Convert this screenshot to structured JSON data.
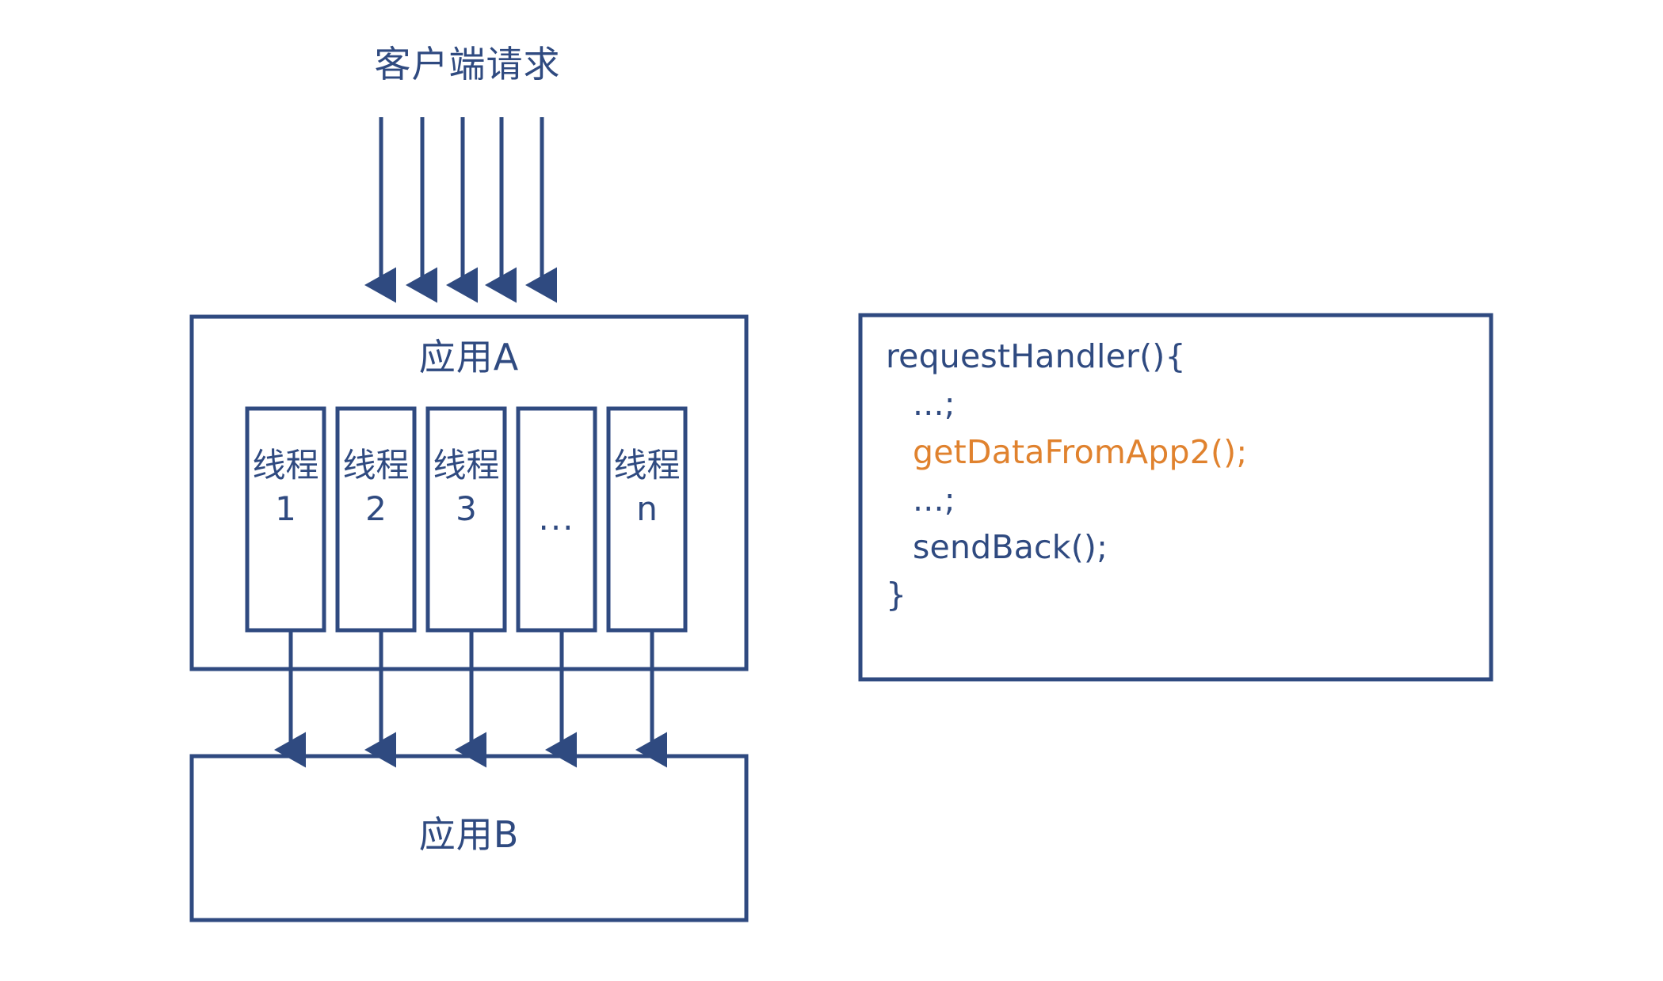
{
  "diagram": {
    "title_label": "客户端请求",
    "incoming_arrows_count": 5,
    "app_a": {
      "name": "应用A",
      "threads": [
        {
          "label": "线程\n1",
          "kind": "thread"
        },
        {
          "label": "线程\n2",
          "kind": "thread"
        },
        {
          "label": "线程\n3",
          "kind": "thread"
        },
        {
          "label": "...",
          "kind": "ellipsis"
        },
        {
          "label": "线程\nn",
          "kind": "thread"
        }
      ]
    },
    "app_b": {
      "name": "应用B"
    },
    "outgoing_arrows_count": 5
  },
  "code_panel": {
    "lines": [
      {
        "text": "requestHandler(){",
        "indent": false,
        "highlight": false
      },
      {
        "text": "...;",
        "indent": true,
        "highlight": false
      },
      {
        "text": "getDataFromApp2();",
        "indent": true,
        "highlight": true
      },
      {
        "text": "...;",
        "indent": true,
        "highlight": false
      },
      {
        "text": "sendBack();",
        "indent": true,
        "highlight": false
      },
      {
        "text": "}",
        "indent": false,
        "highlight": false
      }
    ]
  },
  "colors": {
    "stroke": "#2F4A80",
    "text": "#2F4A80",
    "highlight": "#E0822E",
    "background": "#FFFFFF"
  }
}
